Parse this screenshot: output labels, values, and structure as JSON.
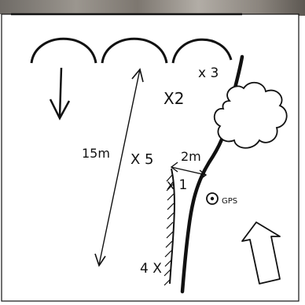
{
  "labels": {
    "distance_15m": "15m",
    "distance_2m": "2m",
    "gps": "GPS",
    "marker_x1": "x 1",
    "marker_x2": "X2",
    "marker_x3": "x 3",
    "marker_x4": "4 X",
    "marker_x5": "X 5"
  },
  "icons": {
    "gps_symbol": "circled-dot",
    "north_arrow": "hollow-up-arrow",
    "flow_arrow": "down-arrow"
  },
  "colors": {
    "ink": "#111111",
    "paper": "#ffffff"
  }
}
